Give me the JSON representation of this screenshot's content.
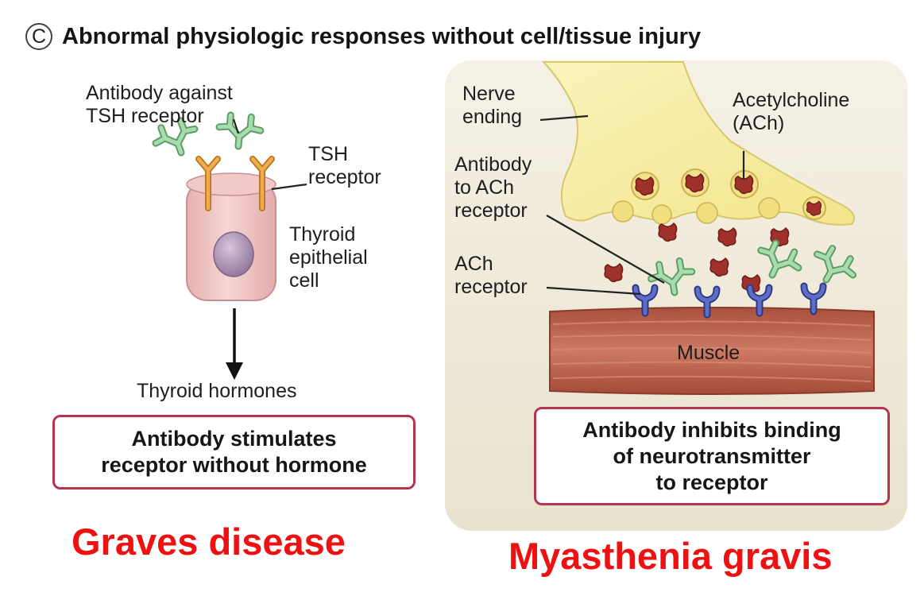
{
  "header": {
    "badge": "C",
    "title": "Abnormal physiologic responses without cell/tissue injury"
  },
  "graves": {
    "antibody_label": [
      "Antibody against",
      "TSH receptor"
    ],
    "receptor_label": [
      "TSH",
      "receptor"
    ],
    "cell_label": [
      "Thyroid",
      "epithelial",
      "cell"
    ],
    "output_label": "Thyroid hormones",
    "mechanism": [
      "Antibody stimulates",
      "receptor without hormone"
    ],
    "disease": "Graves disease"
  },
  "myasthenia": {
    "nerve_label": [
      "Nerve",
      "ending"
    ],
    "ach_label": [
      "Acetylcholine",
      "(ACh)"
    ],
    "antibody_label": [
      "Antibody",
      "to ACh",
      "receptor"
    ],
    "receptor_label": [
      "ACh",
      "receptor"
    ],
    "muscle_label": "Muscle",
    "mechanism": [
      "Antibody inhibits binding",
      "of neurotransmitter",
      "to receptor"
    ],
    "disease": "Myasthenia gravis"
  },
  "colors": {
    "disease_text": "#ee1111",
    "box_border": "#b5354f",
    "antibody": "#8fcf97",
    "tsh_receptor": "#e8a040",
    "ach_receptor": "#4a5ab0",
    "ach_molecule": "#a0302a",
    "nerve": "#f7ec9e",
    "muscle": "#b85a45",
    "cell": "#efc4c2",
    "nucleus": "#a88fb0"
  }
}
